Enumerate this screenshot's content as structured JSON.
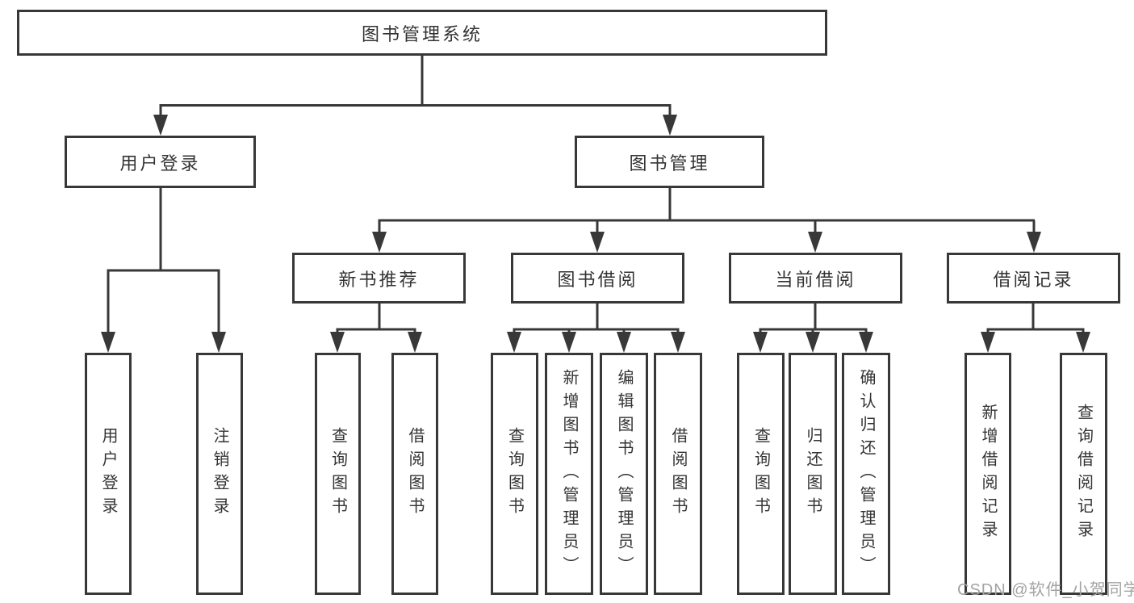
{
  "nodes": {
    "root": "图书管理系统",
    "user_login": "用户登录",
    "book_management": "图书管理",
    "new_book_recommend": "新书推荐",
    "book_borrow": "图书借阅",
    "current_borrow": "当前借阅",
    "borrow_records": "借阅记录",
    "user_login_leaf": "用户登录",
    "logout_leaf": "注销登录",
    "nbr_query_books": "查询图书",
    "nbr_borrow_books": "借阅图书",
    "bb_query_books": "查询图书",
    "bb_add_books": "新增图书（管理员）",
    "bb_edit_books": "编辑图书（管理员）",
    "bb_borrow_books": "借阅图书",
    "cb_query_books": "查询图书",
    "cb_return_books": "归还图书",
    "cb_confirm_return": "确认归还（管理员）",
    "br_add_record": "新增借阅记录",
    "br_query_record": "查询借阅记录"
  },
  "watermark": "CSDN @软件_小贺同学",
  "colors": {
    "line": "#383838",
    "text": "#333333",
    "background": "#ffffff",
    "watermark": "#a3a3a3"
  }
}
